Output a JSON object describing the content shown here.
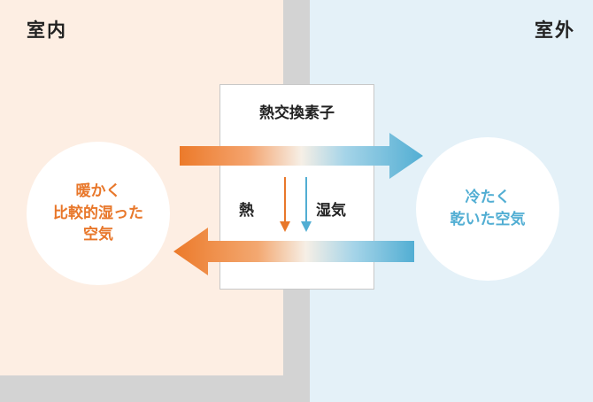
{
  "labels": {
    "indoor": "室内",
    "outdoor": "室外",
    "unit": "熱交換素子",
    "heat": "熱",
    "humidity": "湿気"
  },
  "indoor_air": {
    "lines": [
      "暖かく",
      "比較的湿った",
      "空気"
    ]
  },
  "outdoor_air": {
    "lines": [
      "冷たく",
      "乾いた空気"
    ]
  },
  "colors": {
    "warm": "#e8772a",
    "cool": "#52aed3",
    "indoor_bg": "#fdeee3",
    "outdoor_bg": "#e4f1f8",
    "wall": "#d3d3d3"
  }
}
